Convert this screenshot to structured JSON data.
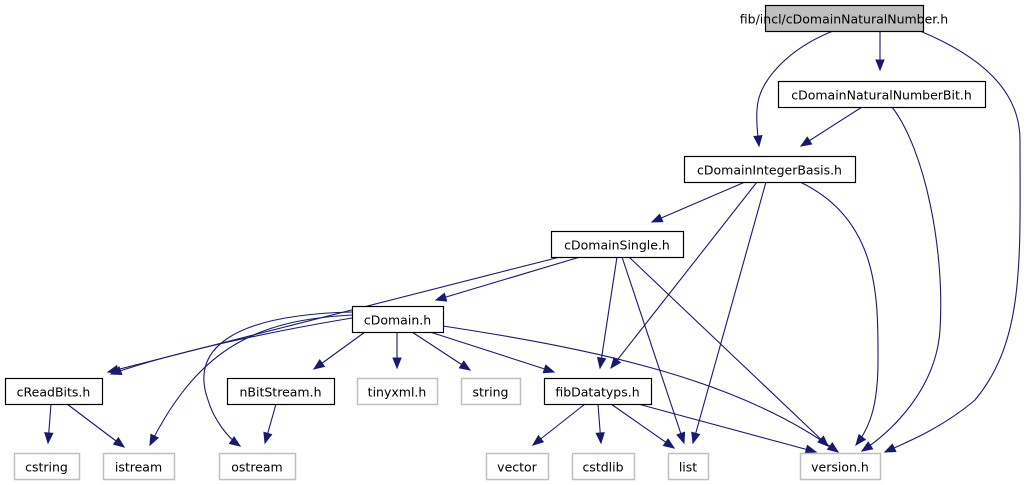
{
  "diagram": {
    "type": "include-dependency-graph",
    "edge_color": "#191970",
    "root_fill": "#bfbfbf",
    "external_border": "#bfbfbf",
    "nodes": [
      {
        "id": "root",
        "label": "fib/incl/cDomainNaturalNumber.h",
        "kind": "root"
      },
      {
        "id": "natbit",
        "label": "cDomainNaturalNumberBit.h",
        "kind": "local"
      },
      {
        "id": "intbasis",
        "label": "cDomainIntegerBasis.h",
        "kind": "local"
      },
      {
        "id": "single",
        "label": "cDomainSingle.h",
        "kind": "local"
      },
      {
        "id": "cdomain",
        "label": "cDomain.h",
        "kind": "local"
      },
      {
        "id": "creadbits",
        "label": "cReadBits.h",
        "kind": "local"
      },
      {
        "id": "nbitstream",
        "label": "nBitStream.h",
        "kind": "local"
      },
      {
        "id": "tinyxml",
        "label": "tinyxml.h",
        "kind": "external"
      },
      {
        "id": "string",
        "label": "string",
        "kind": "external"
      },
      {
        "id": "fibdatatyps",
        "label": "fibDatatyps.h",
        "kind": "local"
      },
      {
        "id": "cstring",
        "label": "cstring",
        "kind": "external"
      },
      {
        "id": "istream",
        "label": "istream",
        "kind": "external"
      },
      {
        "id": "ostream",
        "label": "ostream",
        "kind": "external"
      },
      {
        "id": "vector",
        "label": "vector",
        "kind": "external"
      },
      {
        "id": "cstdlib",
        "label": "cstdlib",
        "kind": "external"
      },
      {
        "id": "list",
        "label": "list",
        "kind": "external"
      },
      {
        "id": "version",
        "label": "version.h",
        "kind": "external"
      }
    ],
    "edges": [
      {
        "from": "root",
        "to": "natbit"
      },
      {
        "from": "root",
        "to": "intbasis"
      },
      {
        "from": "root",
        "to": "version"
      },
      {
        "from": "natbit",
        "to": "intbasis"
      },
      {
        "from": "natbit",
        "to": "version"
      },
      {
        "from": "intbasis",
        "to": "single"
      },
      {
        "from": "intbasis",
        "to": "fibdatatyps"
      },
      {
        "from": "intbasis",
        "to": "list"
      },
      {
        "from": "intbasis",
        "to": "version"
      },
      {
        "from": "single",
        "to": "cdomain"
      },
      {
        "from": "single",
        "to": "creadbits"
      },
      {
        "from": "single",
        "to": "fibdatatyps"
      },
      {
        "from": "single",
        "to": "list"
      },
      {
        "from": "single",
        "to": "version"
      },
      {
        "from": "cdomain",
        "to": "creadbits"
      },
      {
        "from": "cdomain",
        "to": "istream"
      },
      {
        "from": "cdomain",
        "to": "ostream"
      },
      {
        "from": "cdomain",
        "to": "nbitstream"
      },
      {
        "from": "cdomain",
        "to": "tinyxml"
      },
      {
        "from": "cdomain",
        "to": "string"
      },
      {
        "from": "cdomain",
        "to": "fibdatatyps"
      },
      {
        "from": "cdomain",
        "to": "version"
      },
      {
        "from": "creadbits",
        "to": "cstring"
      },
      {
        "from": "creadbits",
        "to": "istream"
      },
      {
        "from": "nbitstream",
        "to": "ostream"
      },
      {
        "from": "fibdatatyps",
        "to": "vector"
      },
      {
        "from": "fibdatatyps",
        "to": "cstdlib"
      },
      {
        "from": "fibdatatyps",
        "to": "list"
      },
      {
        "from": "fibdatatyps",
        "to": "version"
      }
    ]
  }
}
